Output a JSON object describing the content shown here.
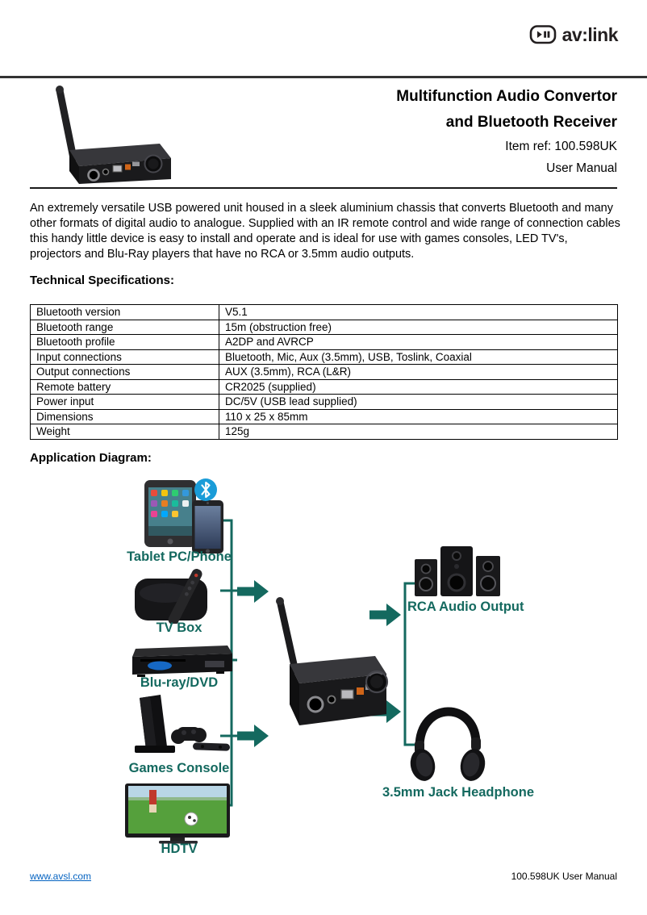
{
  "logo": {
    "text": "av:link",
    "icon": "play-pause-icon"
  },
  "header": {
    "title_line1": "Multifunction Audio Convertor",
    "title_line2": "and Bluetooth Receiver",
    "item_ref": "Item ref: 100.598UK",
    "manual": "User Manual"
  },
  "intro": "An extremely versatile USB powered unit housed in a sleek aluminium chassis that converts Bluetooth and many other formats of digital audio to analogue. Supplied with an IR remote control and wide range of connection cables this handy little device is easy to install and operate and is ideal for use with games consoles, LED TV's, projectors and Blu-Ray players that have no RCA or 3.5mm audio outputs.",
  "specs": {
    "heading": "Technical Specifications:",
    "rows": [
      {
        "label": "Bluetooth version",
        "value": "V5.1"
      },
      {
        "label": "Bluetooth range",
        "value": "15m (obstruction free)"
      },
      {
        "label": "Bluetooth profile",
        "value": "A2DP and AVRCP"
      },
      {
        "label": "Input connections",
        "value": "Bluetooth, Mic, Aux (3.5mm), USB, Toslink, Coaxial"
      },
      {
        "label": "Output connections",
        "value": "AUX (3.5mm), RCA (L&R)"
      },
      {
        "label": "Remote battery",
        "value": "CR2025 (supplied)"
      },
      {
        "label": "Power input",
        "value": "DC/5V (USB lead supplied)"
      },
      {
        "label": "Dimensions",
        "value": "110 x 25 x 85mm"
      },
      {
        "label": "Weight",
        "value": "125g"
      }
    ]
  },
  "diagram": {
    "heading": "Application Diagram:",
    "sources": [
      "Tablet PC/Phone",
      "TV Box",
      "Blu-ray/DVD",
      "Games Console",
      "HDTV"
    ],
    "outputs": [
      "RCA Audio Output",
      "3.5mm Jack Headphone"
    ],
    "icons": [
      "bluetooth-icon"
    ]
  },
  "footer": {
    "website": "www.avsl.com",
    "document": "100.598UK User Manual"
  },
  "colors": {
    "accent_teal": "#14695f",
    "bluetooth_blue": "#1a9cd8",
    "link_blue": "#0563c1"
  }
}
